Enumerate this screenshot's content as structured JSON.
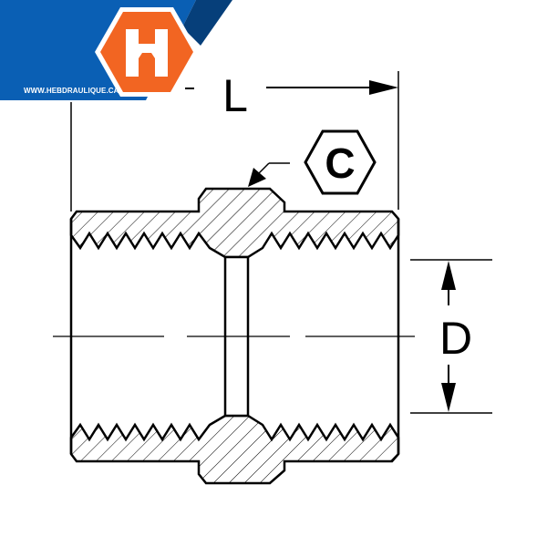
{
  "logo": {
    "letter": "H",
    "url": "WWW.HEBDRAULIQUE.CA"
  },
  "labels": {
    "length": "L",
    "diameter": "D",
    "hex": "C"
  },
  "colors": {
    "brand_blue": "#0a5fb4",
    "dark_blue": "#063f7a",
    "orange": "#f26522",
    "line": "#000000"
  }
}
